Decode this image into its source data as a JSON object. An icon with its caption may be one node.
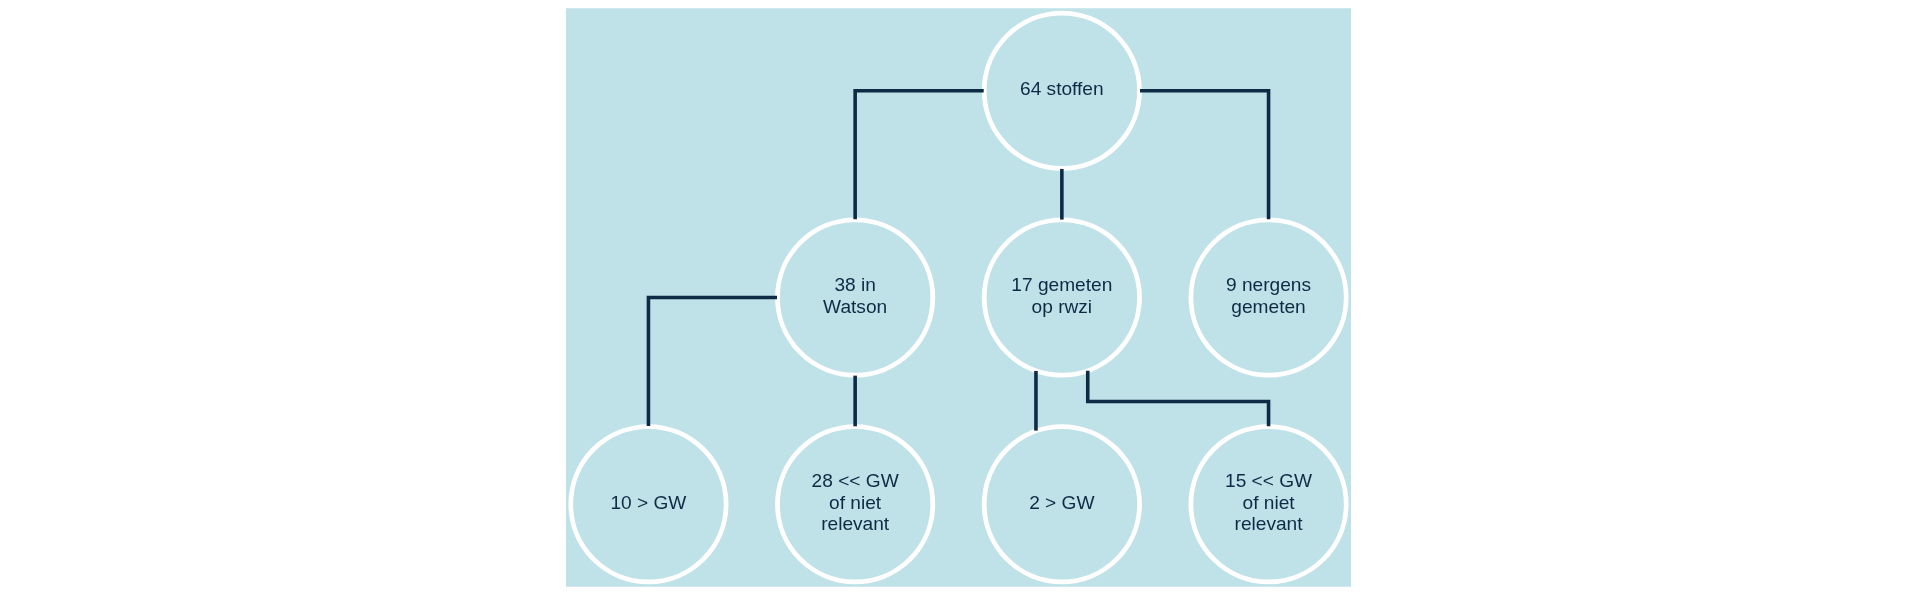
{
  "diagram": {
    "nodes": [
      {
        "text": [
          "64 stoffen"
        ]
      },
      {
        "text": [
          "38 in Watson"
        ]
      },
      {
        "text": [
          "17 gemeten op rwzi"
        ]
      },
      {
        "text": [
          "9 nergens gemeten"
        ]
      },
      {
        "text": [
          "10 > GW"
        ]
      },
      {
        "text": [
          "28 << GW of niet relevant"
        ]
      },
      {
        "text": [
          "2 > GW"
        ]
      },
      {
        "text": [
          "15 << GW of niet relevant"
        ]
      }
    ],
    "edges": [
      {
        "from": 0,
        "to": 1,
        "arrow": "none"
      },
      {
        "from": 0,
        "to": 2,
        "arrow": "none"
      },
      {
        "from": 0,
        "to": 3,
        "arrow": "none"
      },
      {
        "from": 1,
        "to": 4,
        "arrow": "none"
      },
      {
        "from": 1,
        "to": 5,
        "arrow": "none"
      },
      {
        "from": 2,
        "to": 6,
        "arrow": "none"
      },
      {
        "from": 2,
        "to": 7,
        "arrow": "none"
      }
    ]
  }
}
